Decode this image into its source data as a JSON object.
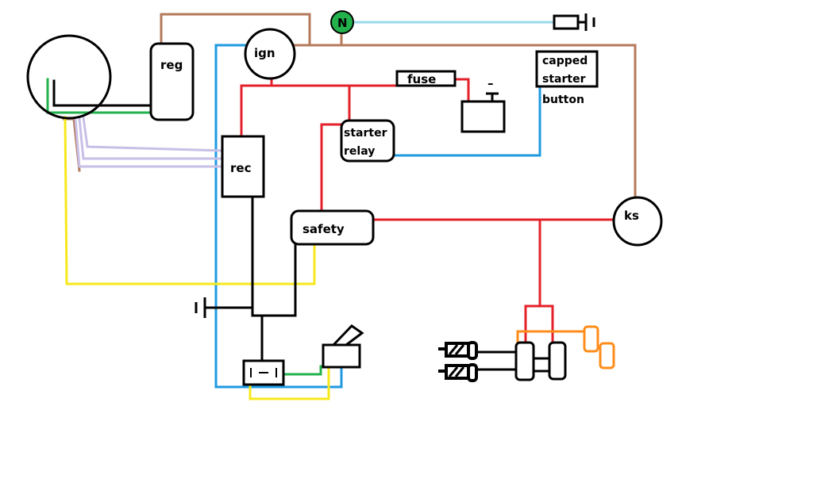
{
  "components": {
    "reg": "reg",
    "ign": "ign",
    "fuse": "fuse",
    "battery_sign": "–",
    "capped_starter_button": [
      "capped",
      "starter",
      "button"
    ],
    "starter_relay": [
      "starter",
      "relay"
    ],
    "rec": "rec",
    "safety": "safety",
    "ks": "ks",
    "neutral": "N"
  },
  "colors": {
    "brown": "#b4785a",
    "light_blue": "#99d9ea",
    "blue": "#1f9ae0",
    "red": "#e4202a",
    "black": "#000000",
    "green": "#22b14c",
    "yellow": "#f7e81b",
    "lavender": "#c8bfe7",
    "orange": "#ff8c1a",
    "neutral_light": "#22b14c"
  }
}
